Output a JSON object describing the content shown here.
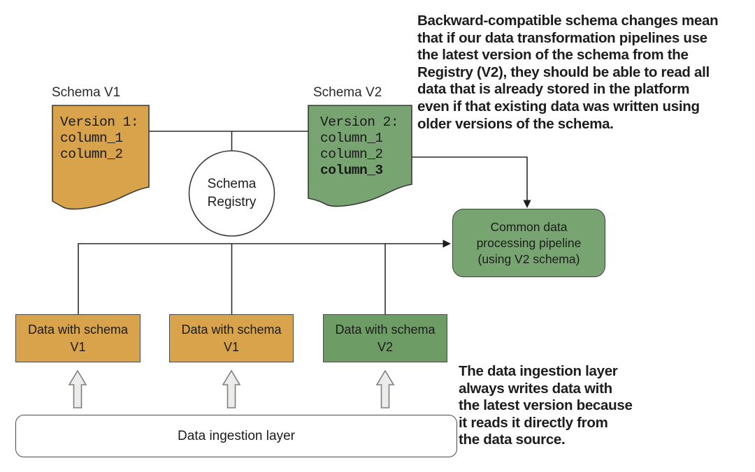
{
  "diagram": {
    "schema_v1": {
      "title": "Schema V1",
      "code_lines": [
        "Version 1:",
        "column_1",
        "column_2"
      ]
    },
    "schema_v2": {
      "title": "Schema V2",
      "code_lines": [
        "Version 2:",
        "column_1",
        "column_2"
      ],
      "code_bold_line": "column_3"
    },
    "registry": {
      "label_lines": [
        "Schema",
        "Registry"
      ]
    },
    "pipeline": {
      "label_lines": [
        "Common data",
        "processing pipeline",
        "(using V2 schema)"
      ]
    },
    "data_boxes": [
      {
        "label_lines": [
          "Data with schema",
          "V1"
        ],
        "variant": "v1"
      },
      {
        "label_lines": [
          "Data with schema",
          "V1"
        ],
        "variant": "v1"
      },
      {
        "label_lines": [
          "Data with schema",
          "V2"
        ],
        "variant": "v2"
      }
    ],
    "ingestion": {
      "label": "Data ingestion layer"
    }
  },
  "annotations": {
    "top_right_lines": [
      "Backward-compatible schema changes mean",
      "that if our data transformation pipelines use",
      "the latest version of the schema from the",
      "Registry (V2), they should be able to read all",
      "data that is already stored in the platform",
      "even if that existing data was written using",
      "older versions of the schema."
    ],
    "bottom_right_lines": [
      "The data ingestion layer",
      "always writes data with",
      "the latest version because",
      "it reads it directly from",
      "the data source."
    ]
  },
  "colors": {
    "schema_v1_fill": "#d9a34b",
    "schema_v2_fill": "#78a471",
    "pipeline_fill": "#78a471",
    "data_v2_fill": "#6d9c65",
    "arrow_fill": "#ececea",
    "arrow_stroke": "#7f7f7f",
    "line_stroke": "#2b2b2b",
    "shape_outline": "#3a3a3a"
  }
}
